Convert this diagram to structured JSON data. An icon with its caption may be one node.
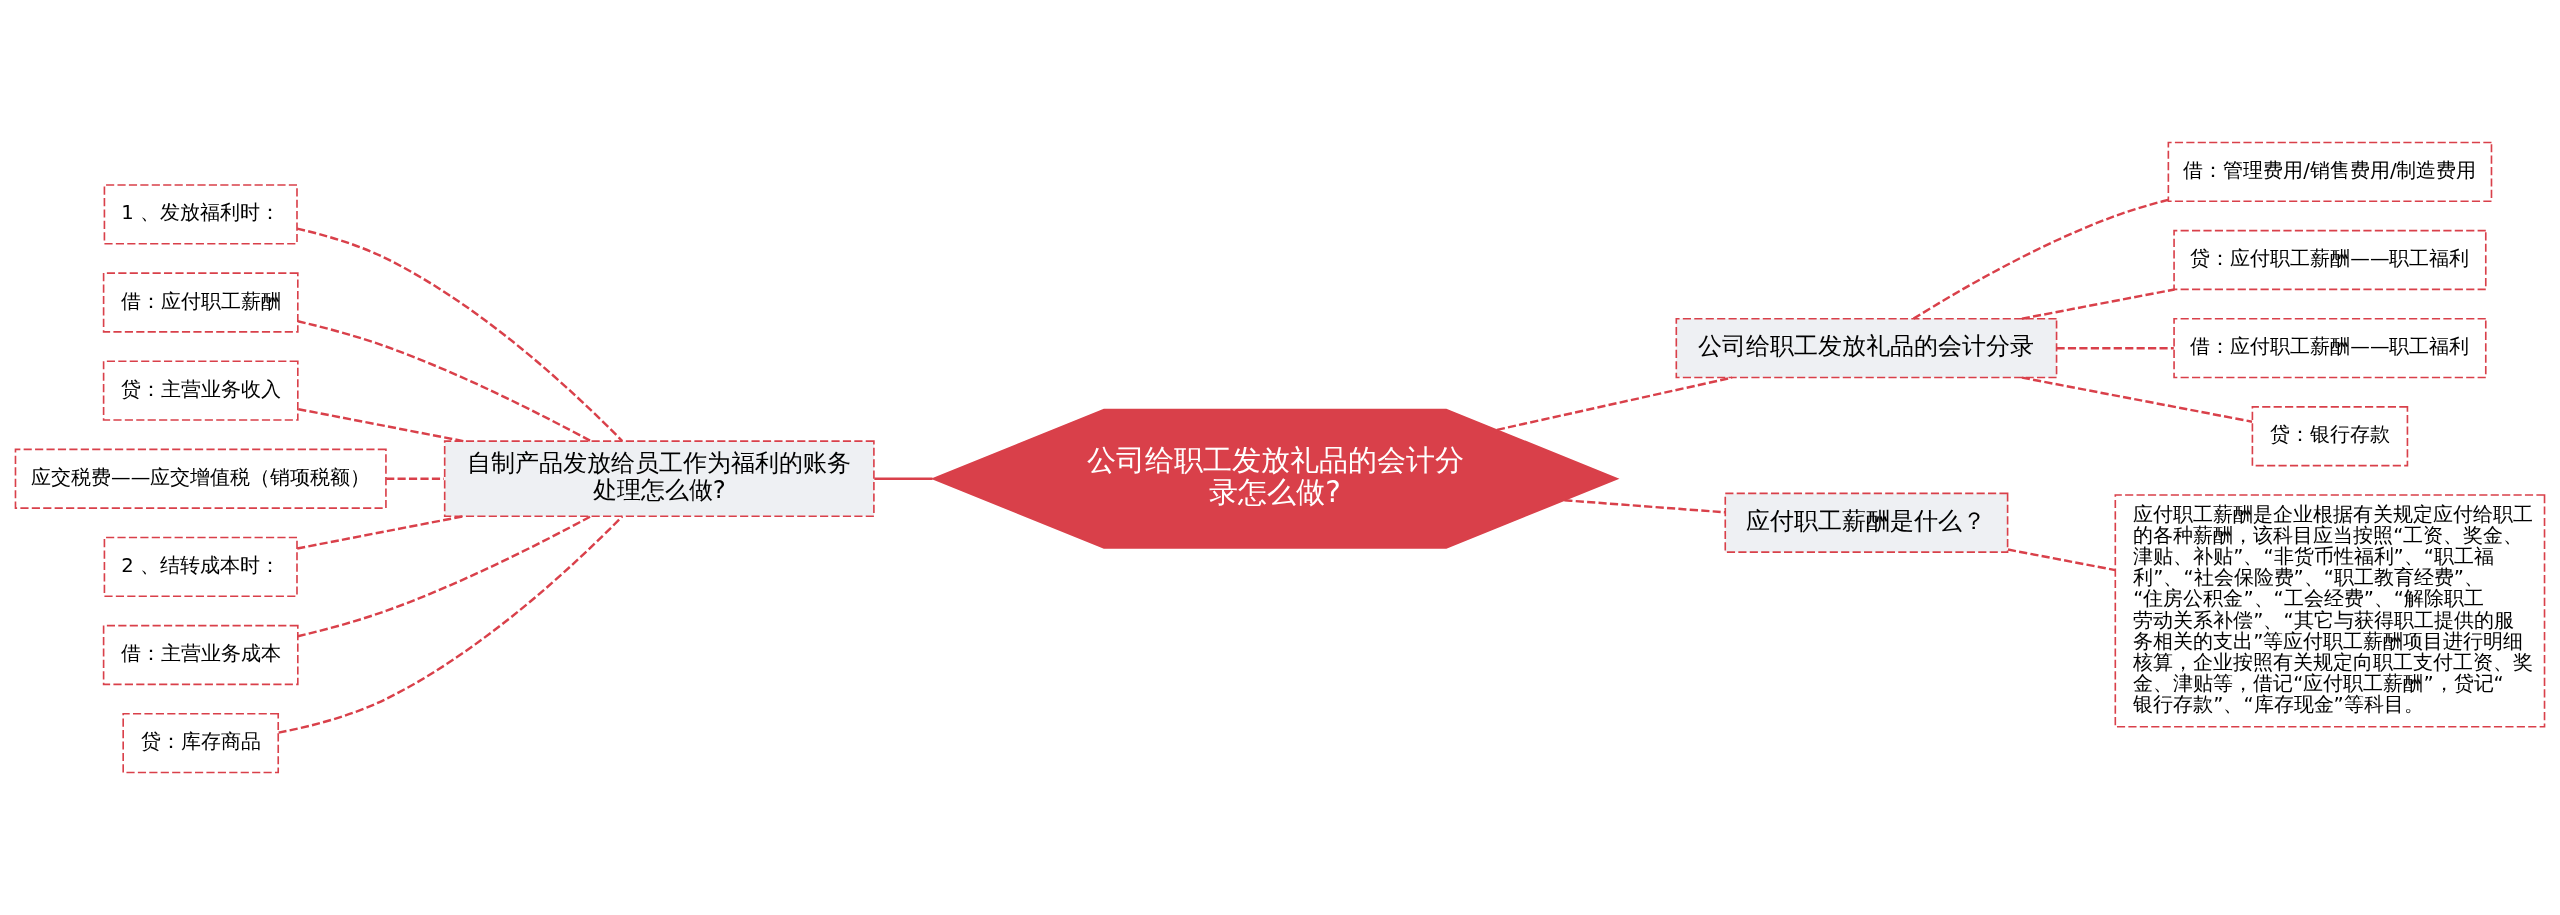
{
  "diagram": {
    "nodes": [
      {
        "text": [
          "公司给职工发放礼品的会计分录怎么做?"
        ]
      },
      {
        "text": [
          "自制产品发放给员工作为福利的账务处理怎么做?"
        ]
      },
      {
        "text": [
          "1 、发放福利时："
        ]
      },
      {
        "text": [
          "借：应付职工薪酬"
        ]
      },
      {
        "text": [
          "贷：主营业务收入"
        ]
      },
      {
        "text": [
          "应交税费——应交增值税（销项税额）"
        ]
      },
      {
        "text": [
          "2 、结转成本时："
        ]
      },
      {
        "text": [
          "借：主营业务成本"
        ]
      },
      {
        "text": [
          "贷：库存商品"
        ]
      },
      {
        "text": [
          "公司给职工发放礼品的会计分录"
        ]
      },
      {
        "text": [
          "借：管理费用/销售费用/制造费用"
        ]
      },
      {
        "text": [
          "贷：应付职工薪酬——职工福利"
        ]
      },
      {
        "text": [
          "借：应付职工薪酬——职工福利"
        ]
      },
      {
        "text": [
          "贷：银行存款"
        ]
      },
      {
        "text": [
          "应付职工薪酬是什么？"
        ]
      },
      {
        "text": [
          "应付职工薪酬是企业根据有关规定应付给职工的各种薪酬，该科目应当按照“工资、奖金、津贴、补贴”、“非货币性福利”、“职工福利”、“社会保险费”、“职工教育经费”、“住房公积金”、“工会经费”、“解除职工劳动关系补偿”、“其它与获得职工提供的服务相关的支出”等应付职工薪酬项目进行明细核算，企业按照有关规定向职工支付工资、奖金、津贴等，借记“应付职工薪酬”，贷记“银行存款”、“库存现金”等科目。"
        ]
      }
    ],
    "edges": [
      {
        "from": 0,
        "to": 1,
        "arrow": "none"
      },
      {
        "from": 1,
        "to": 2,
        "arrow": "none",
        "style": "dashed"
      },
      {
        "from": 1,
        "to": 3,
        "arrow": "none",
        "style": "dashed"
      },
      {
        "from": 1,
        "to": 4,
        "arrow": "none",
        "style": "dashed"
      },
      {
        "from": 1,
        "to": 5,
        "arrow": "none",
        "style": "dashed"
      },
      {
        "from": 1,
        "to": 6,
        "arrow": "none",
        "style": "dashed"
      },
      {
        "from": 1,
        "to": 7,
        "arrow": "none",
        "style": "dashed"
      },
      {
        "from": 1,
        "to": 8,
        "arrow": "none",
        "style": "dashed"
      },
      {
        "from": 0,
        "to": 9,
        "arrow": "none",
        "style": "dashed"
      },
      {
        "from": 9,
        "to": 10,
        "arrow": "none",
        "style": "dashed"
      },
      {
        "from": 9,
        "to": 11,
        "arrow": "none",
        "style": "dashed"
      },
      {
        "from": 9,
        "to": 12,
        "arrow": "none",
        "style": "dashed"
      },
      {
        "from": 9,
        "to": 13,
        "arrow": "none",
        "style": "dashed"
      },
      {
        "from": 0,
        "to": 14,
        "arrow": "none",
        "style": "dashed"
      },
      {
        "from": 14,
        "to": 15,
        "arrow": "none",
        "style": "dashed"
      }
    ]
  }
}
